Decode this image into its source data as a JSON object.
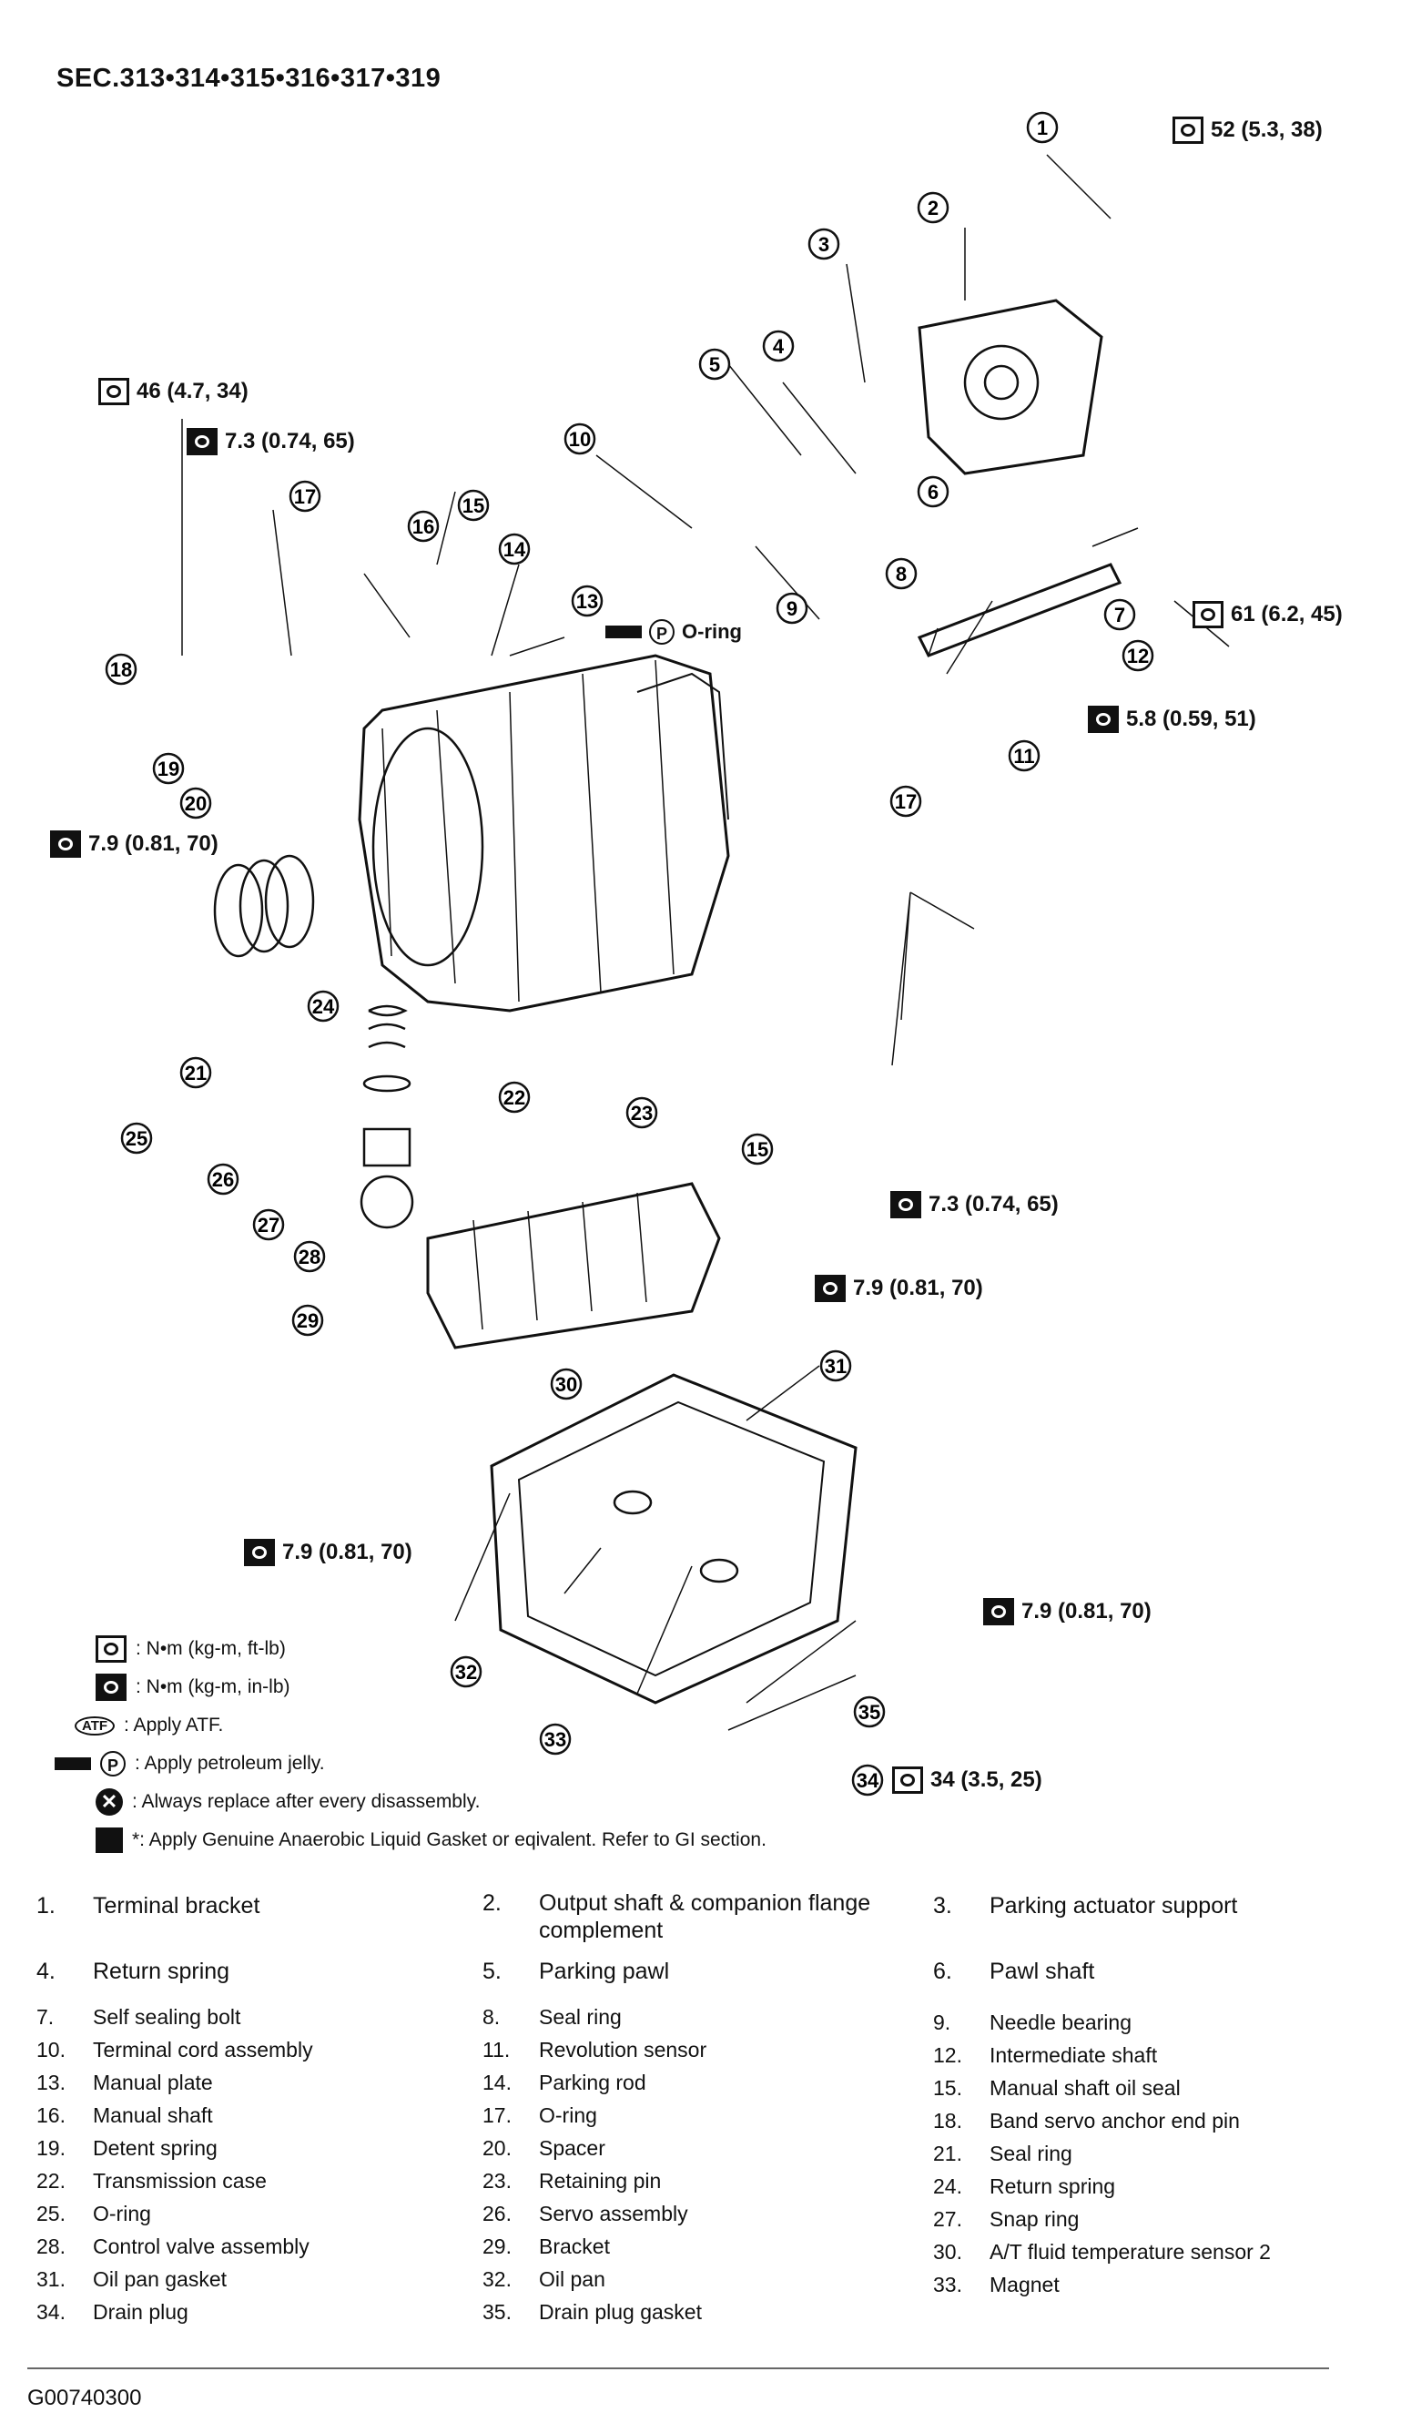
{
  "section": "SEC.313•314•315•316•317•319",
  "torques": {
    "t52": "52 (5.3, 38)",
    "t46": "46 (4.7, 34)",
    "t73a": "7.3 (0.74, 65)",
    "t61": "61 (6.2, 45)",
    "t58": "5.8 (0.59, 51)",
    "t79a": "7.9 (0.81, 70)",
    "t73b": "7.3 (0.74, 65)",
    "t79b": "7.9 (0.81, 70)",
    "t79c": "7.9 (0.81, 70)",
    "t79d": "7.9 (0.81, 70)",
    "t34": "34 (3.5, 25)"
  },
  "oring_label": "O-ring",
  "legend": [
    ": N•m (kg-m, ft-lb)",
    ": N•m (kg-m, in-lb)",
    ": Apply ATF.",
    ": Apply petroleum jelly.",
    ": Always replace after every disassembly.",
    "*: Apply Genuine Anaerobic Liquid Gasket or eqivalent. Refer to GI section."
  ],
  "icons": {
    "torque_ftlb": "torque-ftlb-icon",
    "torque_inlb": "torque-inlb-icon",
    "atf": "atf-icon",
    "jelly": "petroleum-jelly-icon",
    "replace": "replace-x-icon",
    "sealant": "liquid-gasket-icon"
  },
  "parts_top": [
    {
      "n": "1.",
      "name": "Terminal bracket"
    },
    {
      "n": "2.",
      "name": "Output shaft & companion flange complement"
    },
    {
      "n": "3.",
      "name": "Parking actuator support"
    },
    {
      "n": "4.",
      "name": "Return spring"
    },
    {
      "n": "5.",
      "name": "Parking pawl"
    },
    {
      "n": "6.",
      "name": "Pawl shaft"
    }
  ],
  "parts": [
    {
      "n": "7.",
      "name": "Self sealing bolt"
    },
    {
      "n": "8.",
      "name": "Seal ring"
    },
    {
      "n": "9.",
      "name": "Needle bearing"
    },
    {
      "n": "10.",
      "name": "Terminal cord assembly"
    },
    {
      "n": "11.",
      "name": "Revolution sensor"
    },
    {
      "n": "12.",
      "name": "Intermediate shaft"
    },
    {
      "n": "13.",
      "name": "Manual plate"
    },
    {
      "n": "14.",
      "name": "Parking rod"
    },
    {
      "n": "15.",
      "name": "Manual shaft oil seal"
    },
    {
      "n": "16.",
      "name": "Manual shaft"
    },
    {
      "n": "17.",
      "name": "O-ring"
    },
    {
      "n": "18.",
      "name": "Band servo anchor end pin"
    },
    {
      "n": "19.",
      "name": "Detent spring"
    },
    {
      "n": "20.",
      "name": "Spacer"
    },
    {
      "n": "21.",
      "name": "Seal ring"
    },
    {
      "n": "22.",
      "name": "Transmission case"
    },
    {
      "n": "23.",
      "name": "Retaining pin"
    },
    {
      "n": "24.",
      "name": "Return spring"
    },
    {
      "n": "25.",
      "name": "O-ring"
    },
    {
      "n": "26.",
      "name": "Servo assembly"
    },
    {
      "n": "27.",
      "name": "Snap ring"
    },
    {
      "n": "28.",
      "name": "Control valve assembly"
    },
    {
      "n": "29.",
      "name": "Bracket"
    },
    {
      "n": "30.",
      "name": "A/T fluid temperature sensor 2"
    },
    {
      "n": "31.",
      "name": "Oil pan gasket"
    },
    {
      "n": "32.",
      "name": "Oil pan"
    },
    {
      "n": "33.",
      "name": "Magnet"
    },
    {
      "n": "34.",
      "name": "Drain plug"
    },
    {
      "n": "35.",
      "name": "Drain plug gasket"
    }
  ],
  "figure_id": "G00740300"
}
